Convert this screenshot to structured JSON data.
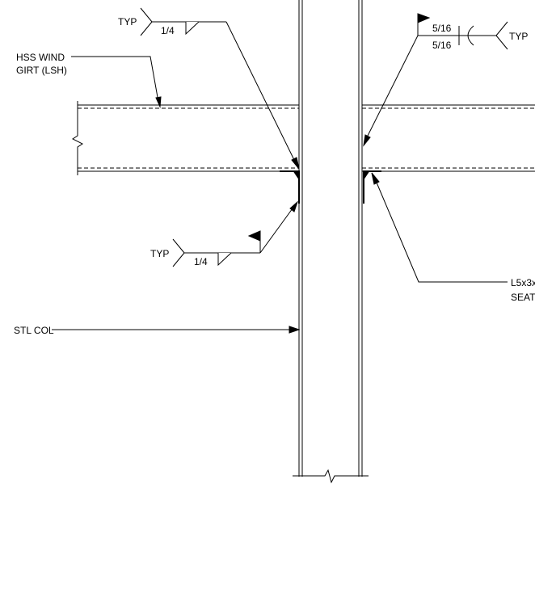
{
  "labels": {
    "hss_line1": "HSS WIND",
    "hss_line2": "GIRT (LSH)",
    "stl_col": "STL COL",
    "seat_line1": "L5x3x",
    "seat_line2": "SEAT"
  },
  "welds": {
    "top_left": {
      "tail": "TYP",
      "size": "1/4"
    },
    "bottom_left": {
      "tail": "TYP",
      "size": "1/4"
    },
    "top_right": {
      "tail": "TYP",
      "size_arrow_side": "5/16",
      "size_other_side": "5/16"
    }
  }
}
